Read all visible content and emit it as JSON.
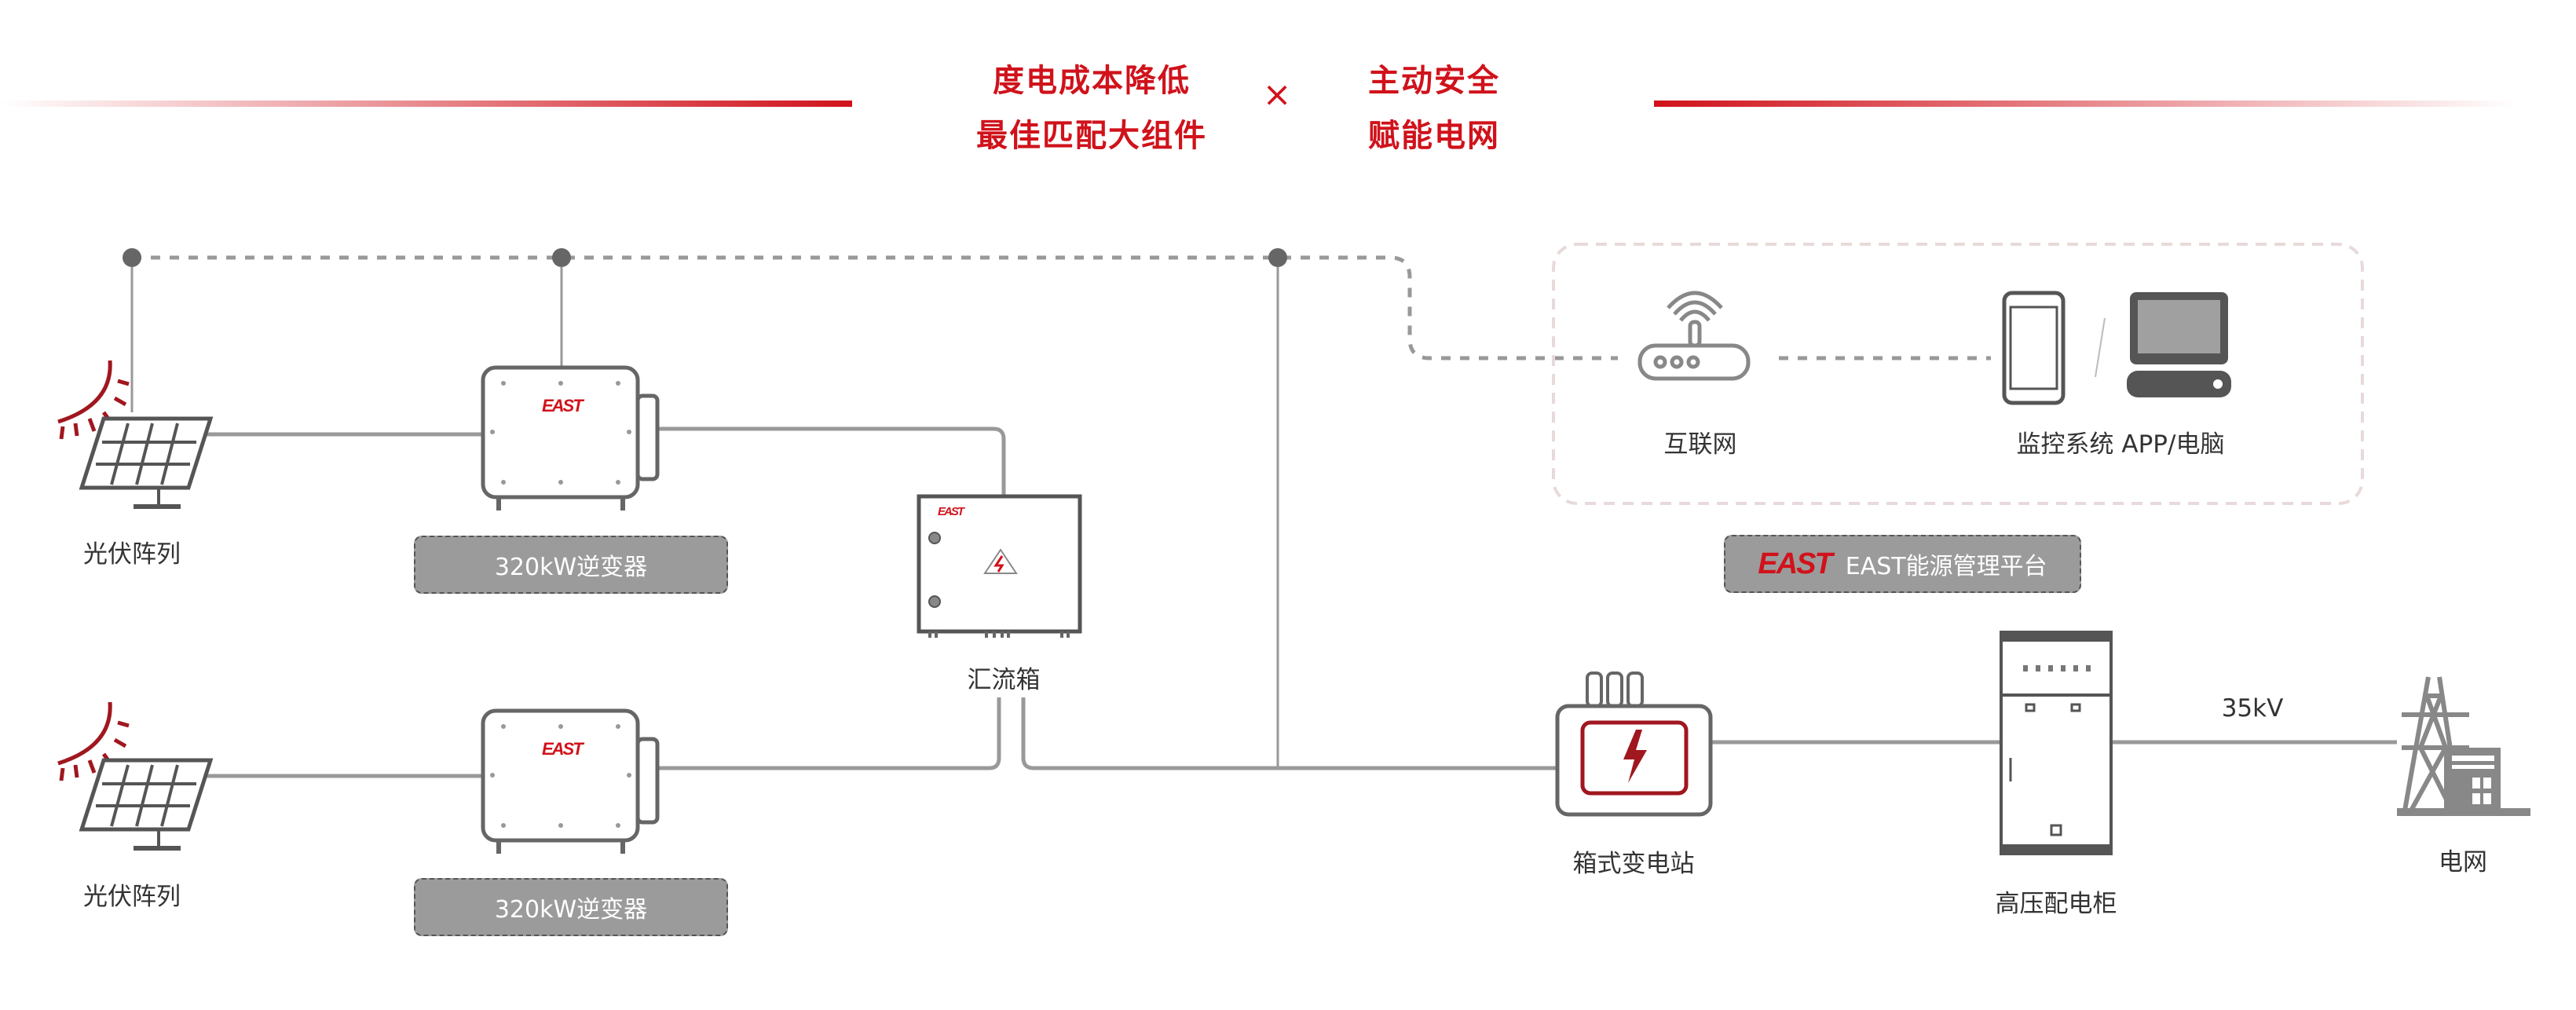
{
  "header": {
    "left_line1": "度电成本降低",
    "left_line2": "最佳匹配大组件",
    "multiply": "×",
    "right_line1": "主动安全",
    "right_line2": "赋能电网"
  },
  "colors": {
    "accent": "#d0121b",
    "line": "#999999",
    "device": "#666666",
    "tag_bg": "#9b9b9b"
  },
  "nodes": {
    "pv_top": "光伏阵列",
    "pv_bottom": "光伏阵列",
    "inverter_top_tag": "320kW逆变器",
    "inverter_bottom_tag": "320kW逆变器",
    "combiner": "汇流箱",
    "internet": "互联网",
    "monitor": "监控系统 APP/电脑",
    "platform_logo": "EAST",
    "platform": "EAST能源管理平台",
    "transformer": "箱式变电站",
    "hv_cabinet": "高压配电柜",
    "voltage": "35kV",
    "grid": "电网",
    "brand": "EAST"
  }
}
